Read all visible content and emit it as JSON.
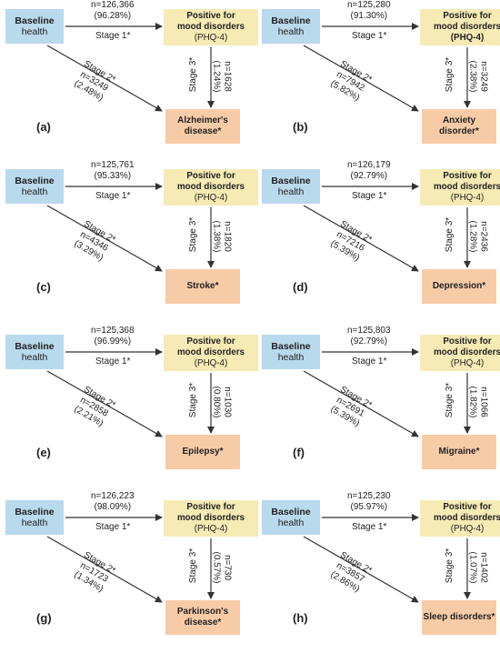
{
  "common": {
    "baseline_title": "Baseline",
    "baseline_sub": "health",
    "positive_line1": "Positive for",
    "positive_line2": "mood disorders",
    "stage1": "Stage 1*",
    "stage2": "Stage 2*",
    "stage3": "Stage 3*"
  },
  "panels": [
    {
      "label": "(a)",
      "s1_n": "n=126,366",
      "s1_pct": "(96.28%)",
      "phq": "(PHQ-4)",
      "phq_bold": false,
      "s2_n": "n=3249",
      "s2_pct": "(2.48%)",
      "s3_n": "n=1628",
      "s3_pct": "(1.24%)",
      "outcome": [
        "Alzheimer's",
        "disease*"
      ]
    },
    {
      "label": "(b)",
      "s1_n": "n=125,280",
      "s1_pct": "(91.30%)",
      "phq": "(PHQ-4)",
      "phq_bold": true,
      "s2_n": "n=7942",
      "s2_pct": "(5.82%)",
      "s3_n": "n=3249",
      "s3_pct": "(2.38%)",
      "outcome": [
        "Anxiety",
        "disorder*"
      ]
    },
    {
      "label": "(c)",
      "s1_n": "n=125,761",
      "s1_pct": "(95.33%)",
      "phq": "(PHQ-4)",
      "phq_bold": false,
      "s2_n": "n=4346",
      "s2_pct": "(3.29%)",
      "s3_n": "n=1820",
      "s3_pct": "(1.38%)",
      "outcome": [
        "Stroke*"
      ]
    },
    {
      "label": "(d)",
      "s1_n": "n=126,179",
      "s1_pct": "(92.79%)",
      "phq": "(PHQ-4)",
      "phq_bold": false,
      "s2_n": "n=7216",
      "s2_pct": "(5.39%)",
      "s3_n": "n=2436",
      "s3_pct": "(1.28%)",
      "outcome": [
        "Depression*"
      ]
    },
    {
      "label": "(e)",
      "s1_n": "n=125,368",
      "s1_pct": "(96.99%)",
      "phq": "(PHQ-4)",
      "phq_bold": false,
      "s2_n": "n=2858",
      "s2_pct": "(2.21%)",
      "s3_n": "n=1030",
      "s3_pct": "(0.80%)",
      "outcome": [
        "Epilepsy*"
      ]
    },
    {
      "label": "(f)",
      "s1_n": "n=125,803",
      "s1_pct": "(92.79%)",
      "phq": "(PHQ-4)",
      "phq_bold": false,
      "s2_n": "n=2691",
      "s2_pct": "(5.39%)",
      "s3_n": "n=1066",
      "s3_pct": "(1.82%)",
      "outcome": [
        "Migraine*"
      ]
    },
    {
      "label": "(g)",
      "s1_n": "n=126,223",
      "s1_pct": "(98.09%)",
      "phq": "(PHQ-4)",
      "phq_bold": false,
      "s2_n": "n=1723",
      "s2_pct": "(1.34%)",
      "s3_n": "n=730",
      "s3_pct": "(0.57%)",
      "outcome": [
        "Parkinson's",
        "disease*"
      ]
    },
    {
      "label": "(h)",
      "s1_n": "n=125,230",
      "s1_pct": "(95.97%)",
      "phq": "(PHQ-4)",
      "phq_bold": false,
      "s2_n": "n=3857",
      "s2_pct": "(2.86%)",
      "s3_n": "n=1402",
      "s3_pct": "(1.07%)",
      "outcome": [
        "Sleep disorders*"
      ]
    }
  ]
}
